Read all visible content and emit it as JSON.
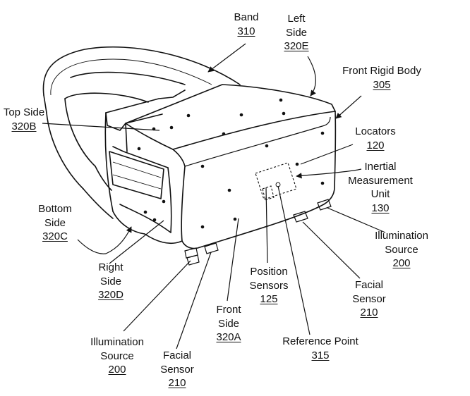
{
  "labels": {
    "band": {
      "name": "Band",
      "ref": "310"
    },
    "left_side": {
      "name_l1": "Left",
      "name_l2": "Side",
      "ref": "320E"
    },
    "front_rigid_body": {
      "name": "Front Rigid Body",
      "ref": "305"
    },
    "top_side": {
      "name": "Top Side",
      "ref": "320B"
    },
    "locators": {
      "name": "Locators",
      "ref": "120"
    },
    "imu": {
      "name_l1": "Inertial",
      "name_l2": "Measurement",
      "name_l3": "Unit",
      "ref": "130"
    },
    "bottom_side": {
      "name_l1": "Bottom",
      "name_l2": "Side",
      "ref": "320C"
    },
    "illum_right": {
      "name_l1": "Illumination",
      "name_l2": "Source",
      "ref": "200"
    },
    "right_side": {
      "name_l1": "Right",
      "name_l2": "Side",
      "ref": "320D"
    },
    "position_sensors": {
      "name_l1": "Position",
      "name_l2": "Sensors",
      "ref": "125"
    },
    "facial_right": {
      "name_l1": "Facial",
      "name_l2": "Sensor",
      "ref": "210"
    },
    "front_side": {
      "name_l1": "Front",
      "name_l2": "Side",
      "ref": "320A"
    },
    "reference_point": {
      "name": "Reference Point",
      "ref": "315"
    },
    "illum_left": {
      "name_l1": "Illumination",
      "name_l2": "Source",
      "ref": "200"
    },
    "facial_left": {
      "name_l1": "Facial",
      "name_l2": "Sensor",
      "ref": "210"
    }
  }
}
